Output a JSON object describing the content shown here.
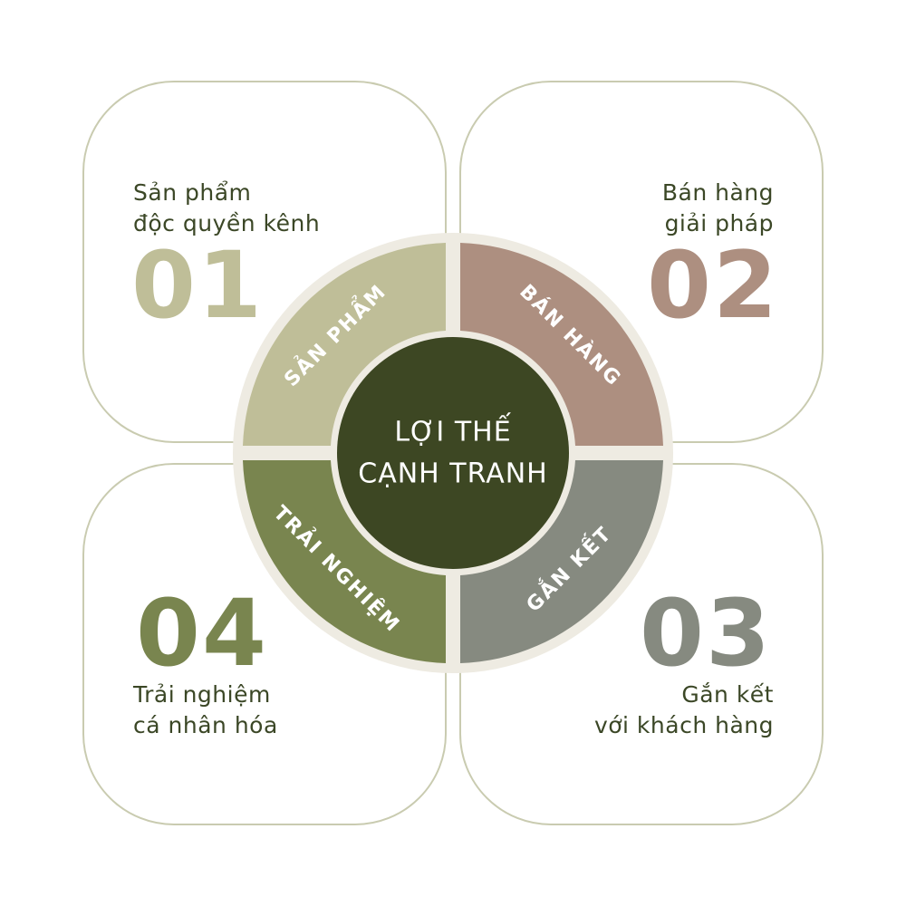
{
  "center": {
    "line1": "LỢI THẾ",
    "line2": "CẠNH TRANH",
    "color": "#3d4723",
    "text_color": "#ffffff"
  },
  "ring": {
    "background": "#eeebe2"
  },
  "segments": [
    {
      "label": "SẢN PHẨM",
      "color": "#bfbe98"
    },
    {
      "label": "BÁN HÀNG",
      "color": "#ad8f80"
    },
    {
      "label": "GẮN KẾT",
      "color": "#868a80"
    },
    {
      "label": "TRẢI NGHIỆM",
      "color": "#79854f"
    }
  ],
  "cards": [
    {
      "number": "01",
      "title": "Sản phẩm\nđộc quyền kênh",
      "number_color": "#bfbe98"
    },
    {
      "number": "02",
      "title": "Bán hàng\ngiải pháp",
      "number_color": "#ad8f80"
    },
    {
      "number": "03",
      "title": "Gắn kết\nvới khách hàng",
      "number_color": "#868a80"
    },
    {
      "number": "04",
      "title": "Trải nghiệm\ncá nhân hóa",
      "number_color": "#79854f"
    }
  ],
  "card_border_color": "#c9cbb0"
}
